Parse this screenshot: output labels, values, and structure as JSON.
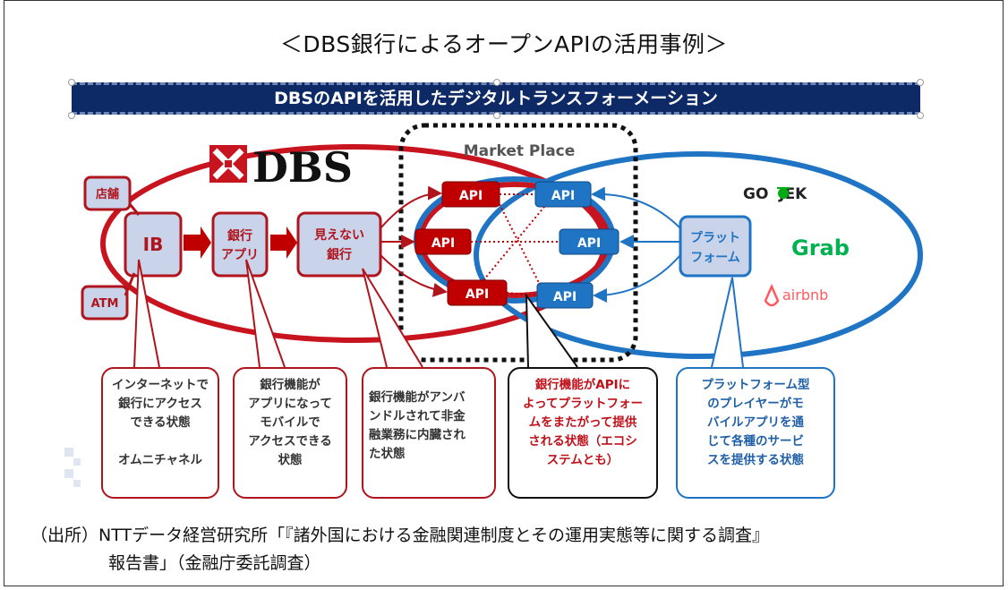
{
  "page": {
    "title": "＜DBS銀行によるオープンAPIの活用事例＞",
    "banner": "DBSのAPIを活用したデジタルトランスフォーメーション"
  },
  "diagram": {
    "dbs_logo": "DBS",
    "market_place": "Market Place",
    "nodes": {
      "store": "店舗",
      "atm": "ATM",
      "ib": "IB",
      "bank_app_line1": "銀行",
      "bank_app_line2": "アプリ",
      "invisible_line1": "見えない",
      "invisible_line2": "銀行",
      "platform_line1": "プラット",
      "platform_line2": "フォーム",
      "api": "API"
    },
    "partners": {
      "gojek": "GO  JEK",
      "grab": "Grab",
      "airbnb": "airbnb"
    }
  },
  "callouts": [
    {
      "lines": [
        "インターネットで",
        "銀行にアクセス",
        "できる状態",
        "",
        "オムニチャネル"
      ]
    },
    {
      "lines": [
        "銀行機能が",
        "アプリになって",
        "モバイルで",
        "アクセスできる",
        "状態"
      ]
    },
    {
      "lines": [
        "銀行機能がアンバ",
        "ンドルされて非金",
        "融業務に内臓され",
        "た状態"
      ]
    },
    {
      "lines": [
        "銀行機能がAPIに",
        "よってプラットフォー",
        "ムをまたがって提供",
        "される状態（エコシ",
        "ステムとも）"
      ]
    },
    {
      "lines": [
        "プラットフォーム型",
        "のプレイヤーがモ",
        "バイルアプリを通",
        "じて各種のサービ",
        "スを提供する状態"
      ]
    }
  ],
  "source": {
    "line1": "（出所）NTTデータ経営研究所「『諸外国における金融関連制度とその運用実態等に関する調査』",
    "line2": "報告書」（金融庁委託調査）"
  },
  "colors": {
    "dbs_red": "#c8141f",
    "node_fill": "#c9d4ea",
    "api_red": "#c00000",
    "api_blue": "#1f74c4",
    "banner_navy": "#0d2a66",
    "grab_green": "#00b14f",
    "airbnb_pink": "#ff5a5f"
  }
}
